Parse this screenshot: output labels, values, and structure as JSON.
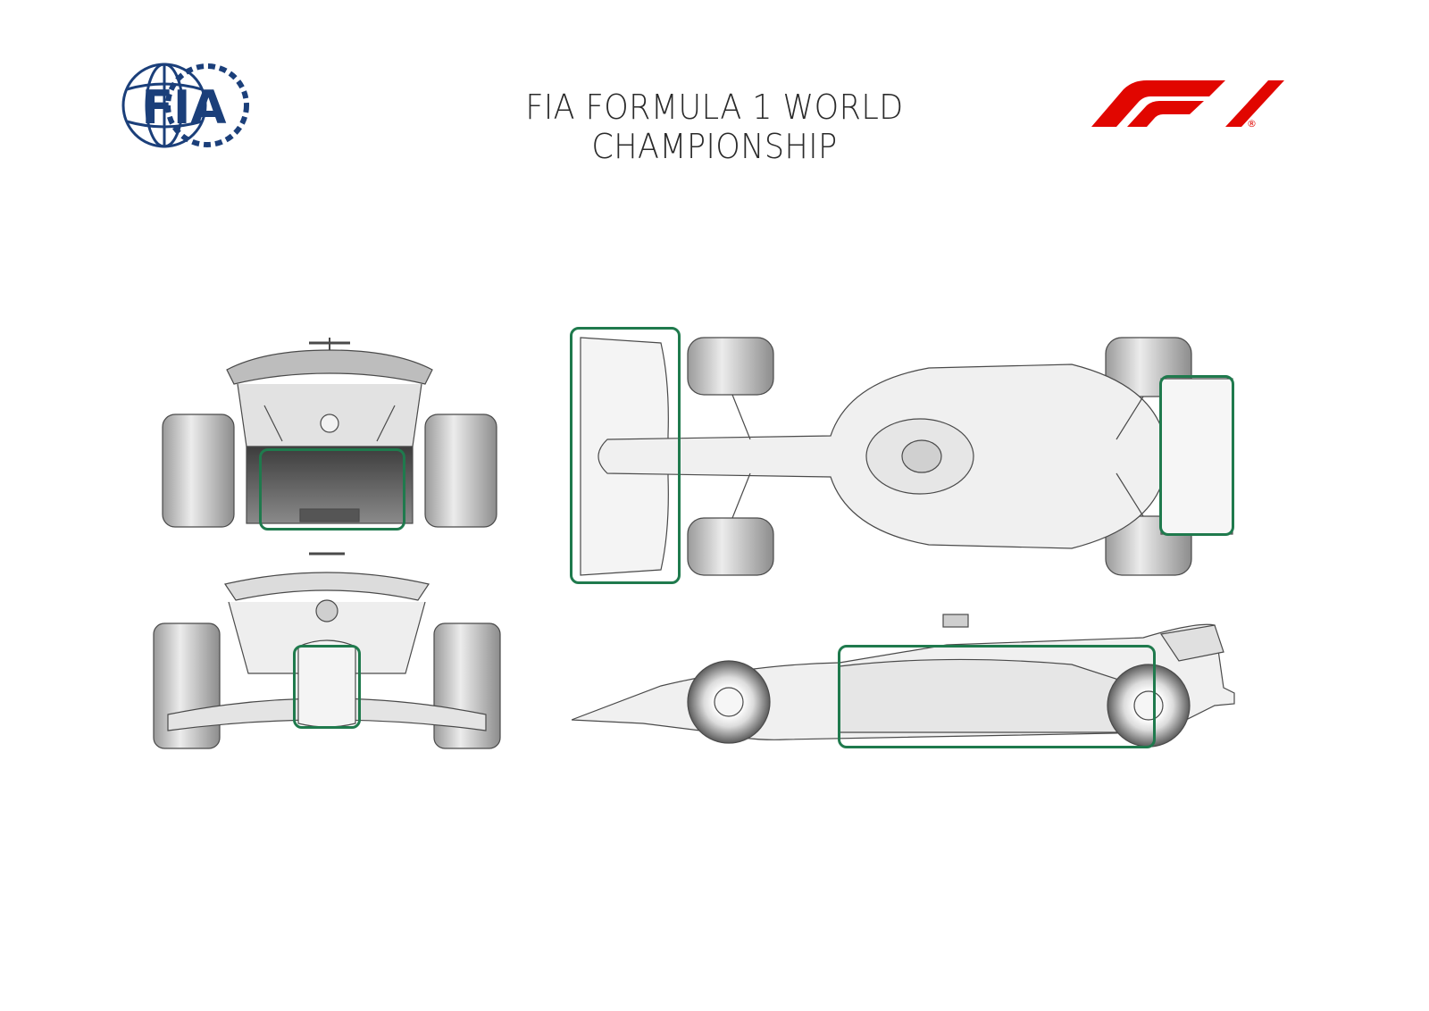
{
  "header": {
    "title": "FIA FORMULA 1 WORLD CHAMPIONSHIP"
  },
  "logos": {
    "fia": {
      "text": "FIA",
      "icon": "fia-globe-gear-icon",
      "color": "#1b3f7a"
    },
    "f1": {
      "icon": "f1-logo-icon",
      "registered_mark": "®",
      "color": "#e10600"
    }
  },
  "views": [
    {
      "name": "rear-view",
      "highlight": "rear diffuser area"
    },
    {
      "name": "front-view",
      "highlight": "nose area"
    },
    {
      "name": "top-view",
      "highlight": [
        "front wing",
        "rear wing"
      ]
    },
    {
      "name": "side-view",
      "highlight": "sidepod and floor area"
    }
  ],
  "colors": {
    "highlight": "#1f7a4d",
    "car_line": "#4a4a4a",
    "car_shade": "#d6d6d6"
  }
}
